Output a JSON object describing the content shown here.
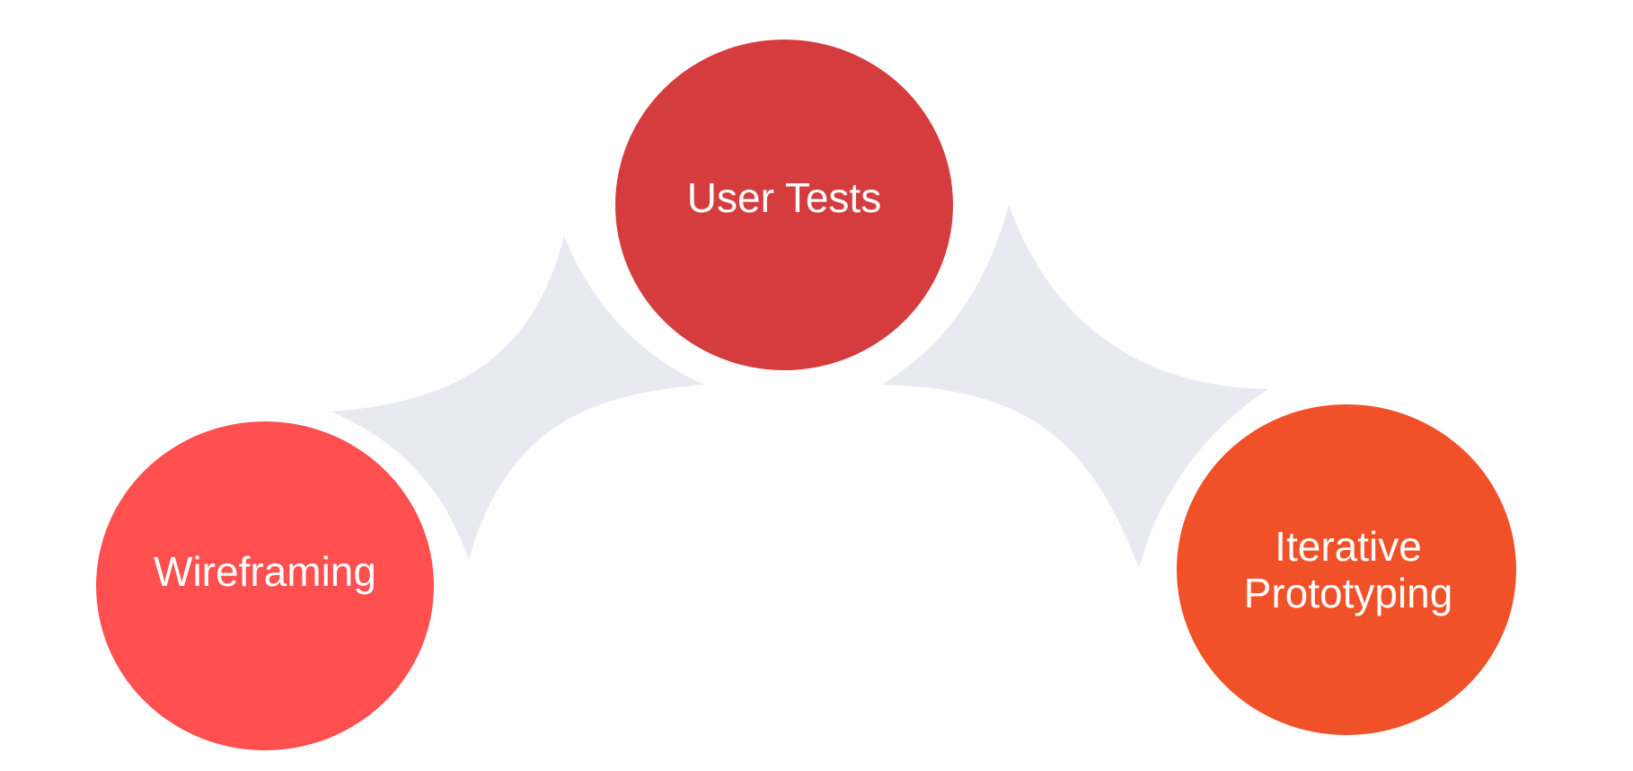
{
  "diagram": {
    "nodes": [
      {
        "id": "wireframing",
        "lines": [
          "Wireframing"
        ],
        "color": "#ff4f4f"
      },
      {
        "id": "user-tests",
        "lines": [
          "User Tests"
        ],
        "color": "#d43c3e"
      },
      {
        "id": "iterative-prototyping",
        "lines": [
          "Iterative",
          "Prototyping"
        ],
        "color": "#f05129"
      }
    ],
    "connector_color": "#e8e9f1",
    "background": "#ffffff"
  }
}
